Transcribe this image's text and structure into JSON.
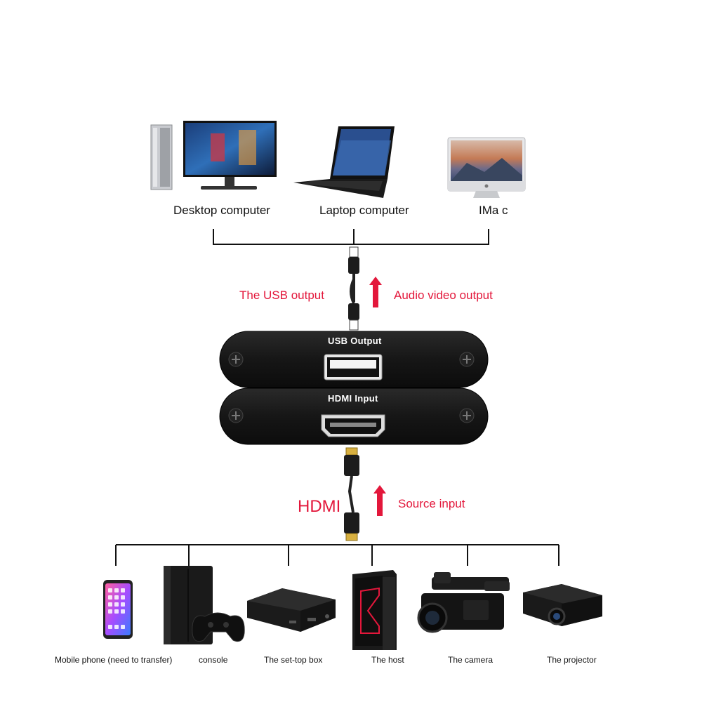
{
  "top_devices": [
    {
      "label": "Desktop computer"
    },
    {
      "label": "Laptop computer"
    },
    {
      "label": "IMa c"
    }
  ],
  "usb_section": {
    "left_label": "The USB output",
    "right_label": "Audio video output"
  },
  "capture_box": {
    "usb_port_label": "USB  Output",
    "hdmi_port_label": "HDMI Input"
  },
  "hdmi_section": {
    "left_label": "HDMI",
    "right_label": "Source input"
  },
  "bottom_devices": [
    {
      "label": "Mobile phone (need to transfer)"
    },
    {
      "label": "console"
    },
    {
      "label": "The set-top box"
    },
    {
      "label": "The host"
    },
    {
      "label": "The camera"
    },
    {
      "label": "The projector"
    }
  ],
  "colors": {
    "accent_red": "#e3173b",
    "device_body": "#1b1b1b",
    "line": "#111111"
  },
  "icons": [
    "desktop-computer-icon",
    "laptop-icon",
    "imac-icon",
    "usb-cable-icon",
    "up-arrow-icon",
    "capture-card-icon",
    "hdmi-cable-icon",
    "smartphone-icon",
    "game-console-icon",
    "set-top-box-icon",
    "pc-tower-icon",
    "camcorder-icon",
    "projector-icon",
    "screw-icon"
  ]
}
